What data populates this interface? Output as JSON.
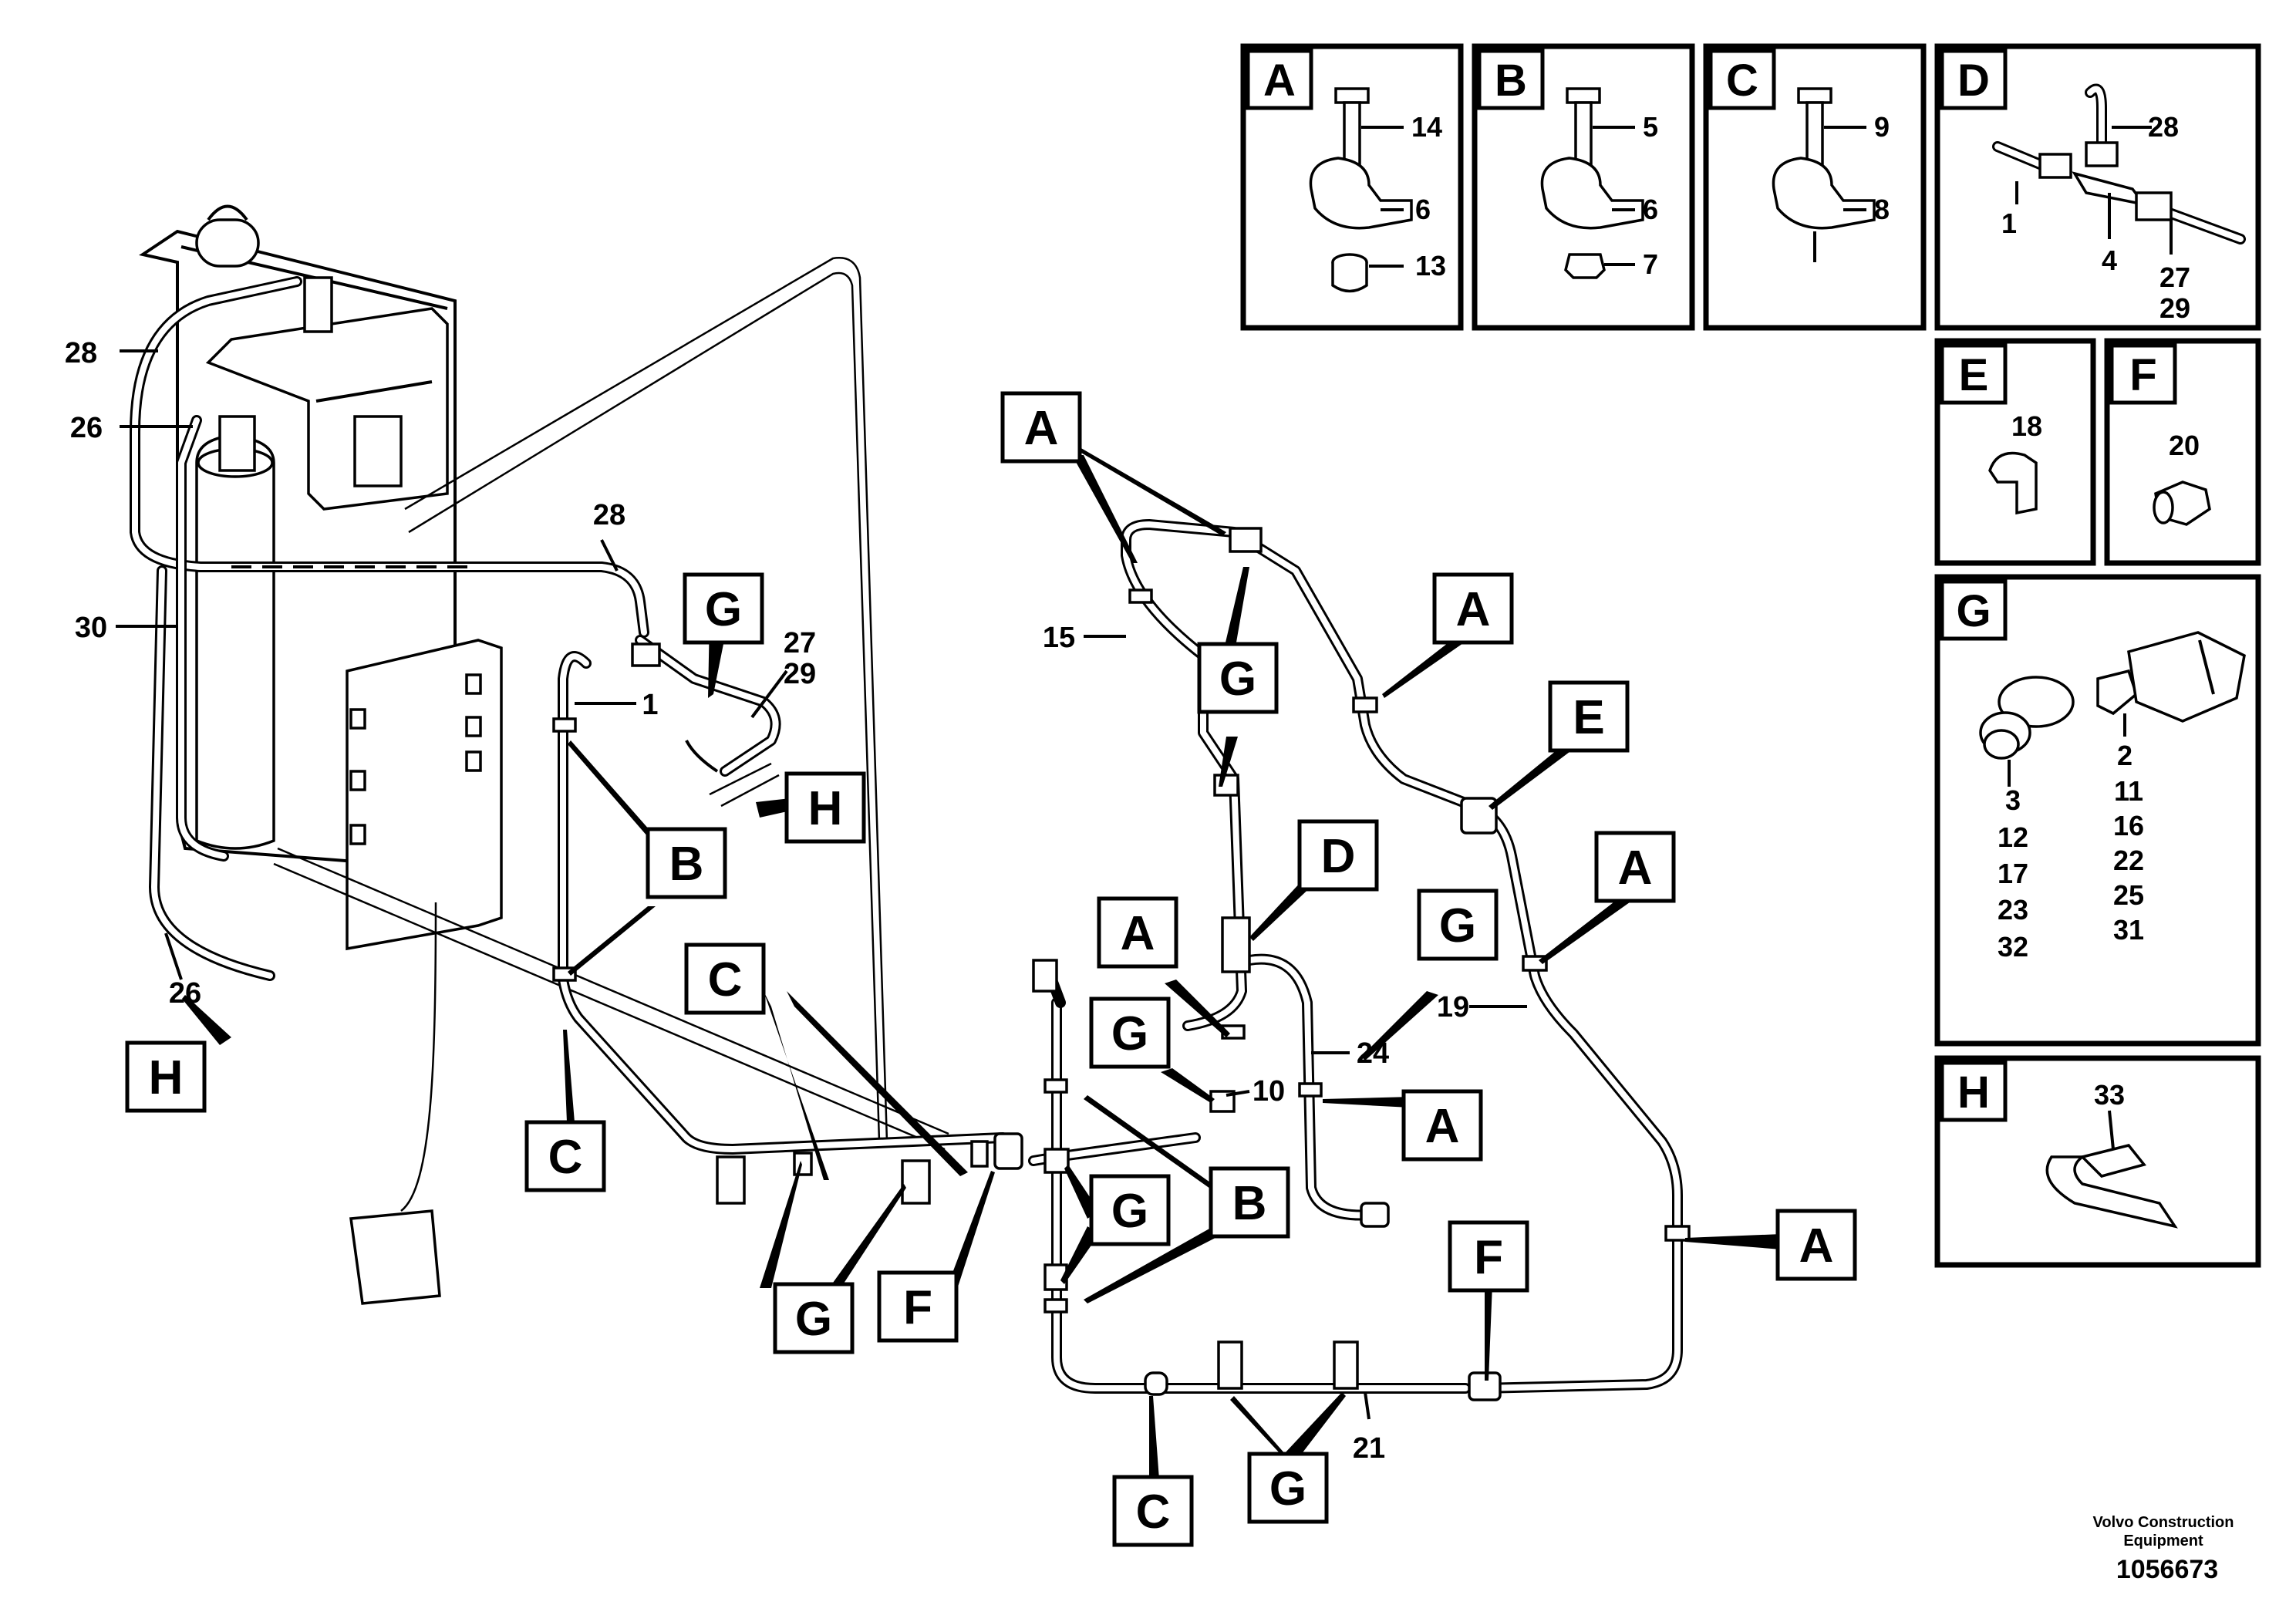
{
  "diagram": {
    "callouts": [
      {
        "text": "28"
      },
      {
        "text": "26"
      },
      {
        "text": "30"
      },
      {
        "text": "26"
      },
      {
        "text": "28"
      },
      {
        "text": "1"
      },
      {
        "text": "27"
      },
      {
        "text": "29"
      },
      {
        "text": "15"
      },
      {
        "text": "24"
      },
      {
        "text": "10"
      },
      {
        "text": "19"
      },
      {
        "text": "21"
      }
    ],
    "boxes": [
      {
        "letter": "G"
      },
      {
        "letter": "H"
      },
      {
        "letter": "B"
      },
      {
        "letter": "H"
      },
      {
        "letter": "C"
      },
      {
        "letter": "C"
      },
      {
        "letter": "G"
      },
      {
        "letter": "F"
      },
      {
        "letter": "A"
      },
      {
        "letter": "G"
      },
      {
        "letter": "A"
      },
      {
        "letter": "E"
      },
      {
        "letter": "D"
      },
      {
        "letter": "A"
      },
      {
        "letter": "G"
      },
      {
        "letter": "A"
      },
      {
        "letter": "G"
      },
      {
        "letter": "A"
      },
      {
        "letter": "B"
      },
      {
        "letter": "G"
      },
      {
        "letter": "F"
      },
      {
        "letter": "A"
      },
      {
        "letter": "C"
      },
      {
        "letter": "G"
      }
    ],
    "insets": [
      {
        "letter": "A",
        "labels": [
          "14",
          "6",
          "13"
        ]
      },
      {
        "letter": "B",
        "labels": [
          "5",
          "6",
          "7"
        ]
      },
      {
        "letter": "C",
        "labels": [
          "9",
          "8"
        ]
      },
      {
        "letter": "D",
        "labels": [
          "28",
          "1",
          "4",
          "27",
          "29"
        ]
      },
      {
        "letter": "E",
        "labels": [
          "18"
        ]
      },
      {
        "letter": "F",
        "labels": [
          "20"
        ]
      },
      {
        "letter": "G",
        "labels": [
          "2",
          "11",
          "16",
          "22",
          "25",
          "31",
          "3",
          "12",
          "17",
          "23",
          "32"
        ]
      },
      {
        "letter": "H",
        "labels": [
          "33"
        ]
      }
    ]
  },
  "footer": {
    "brand_line1": "Volvo Construction",
    "brand_line2": "Equipment",
    "drawing_number": "1056673"
  }
}
